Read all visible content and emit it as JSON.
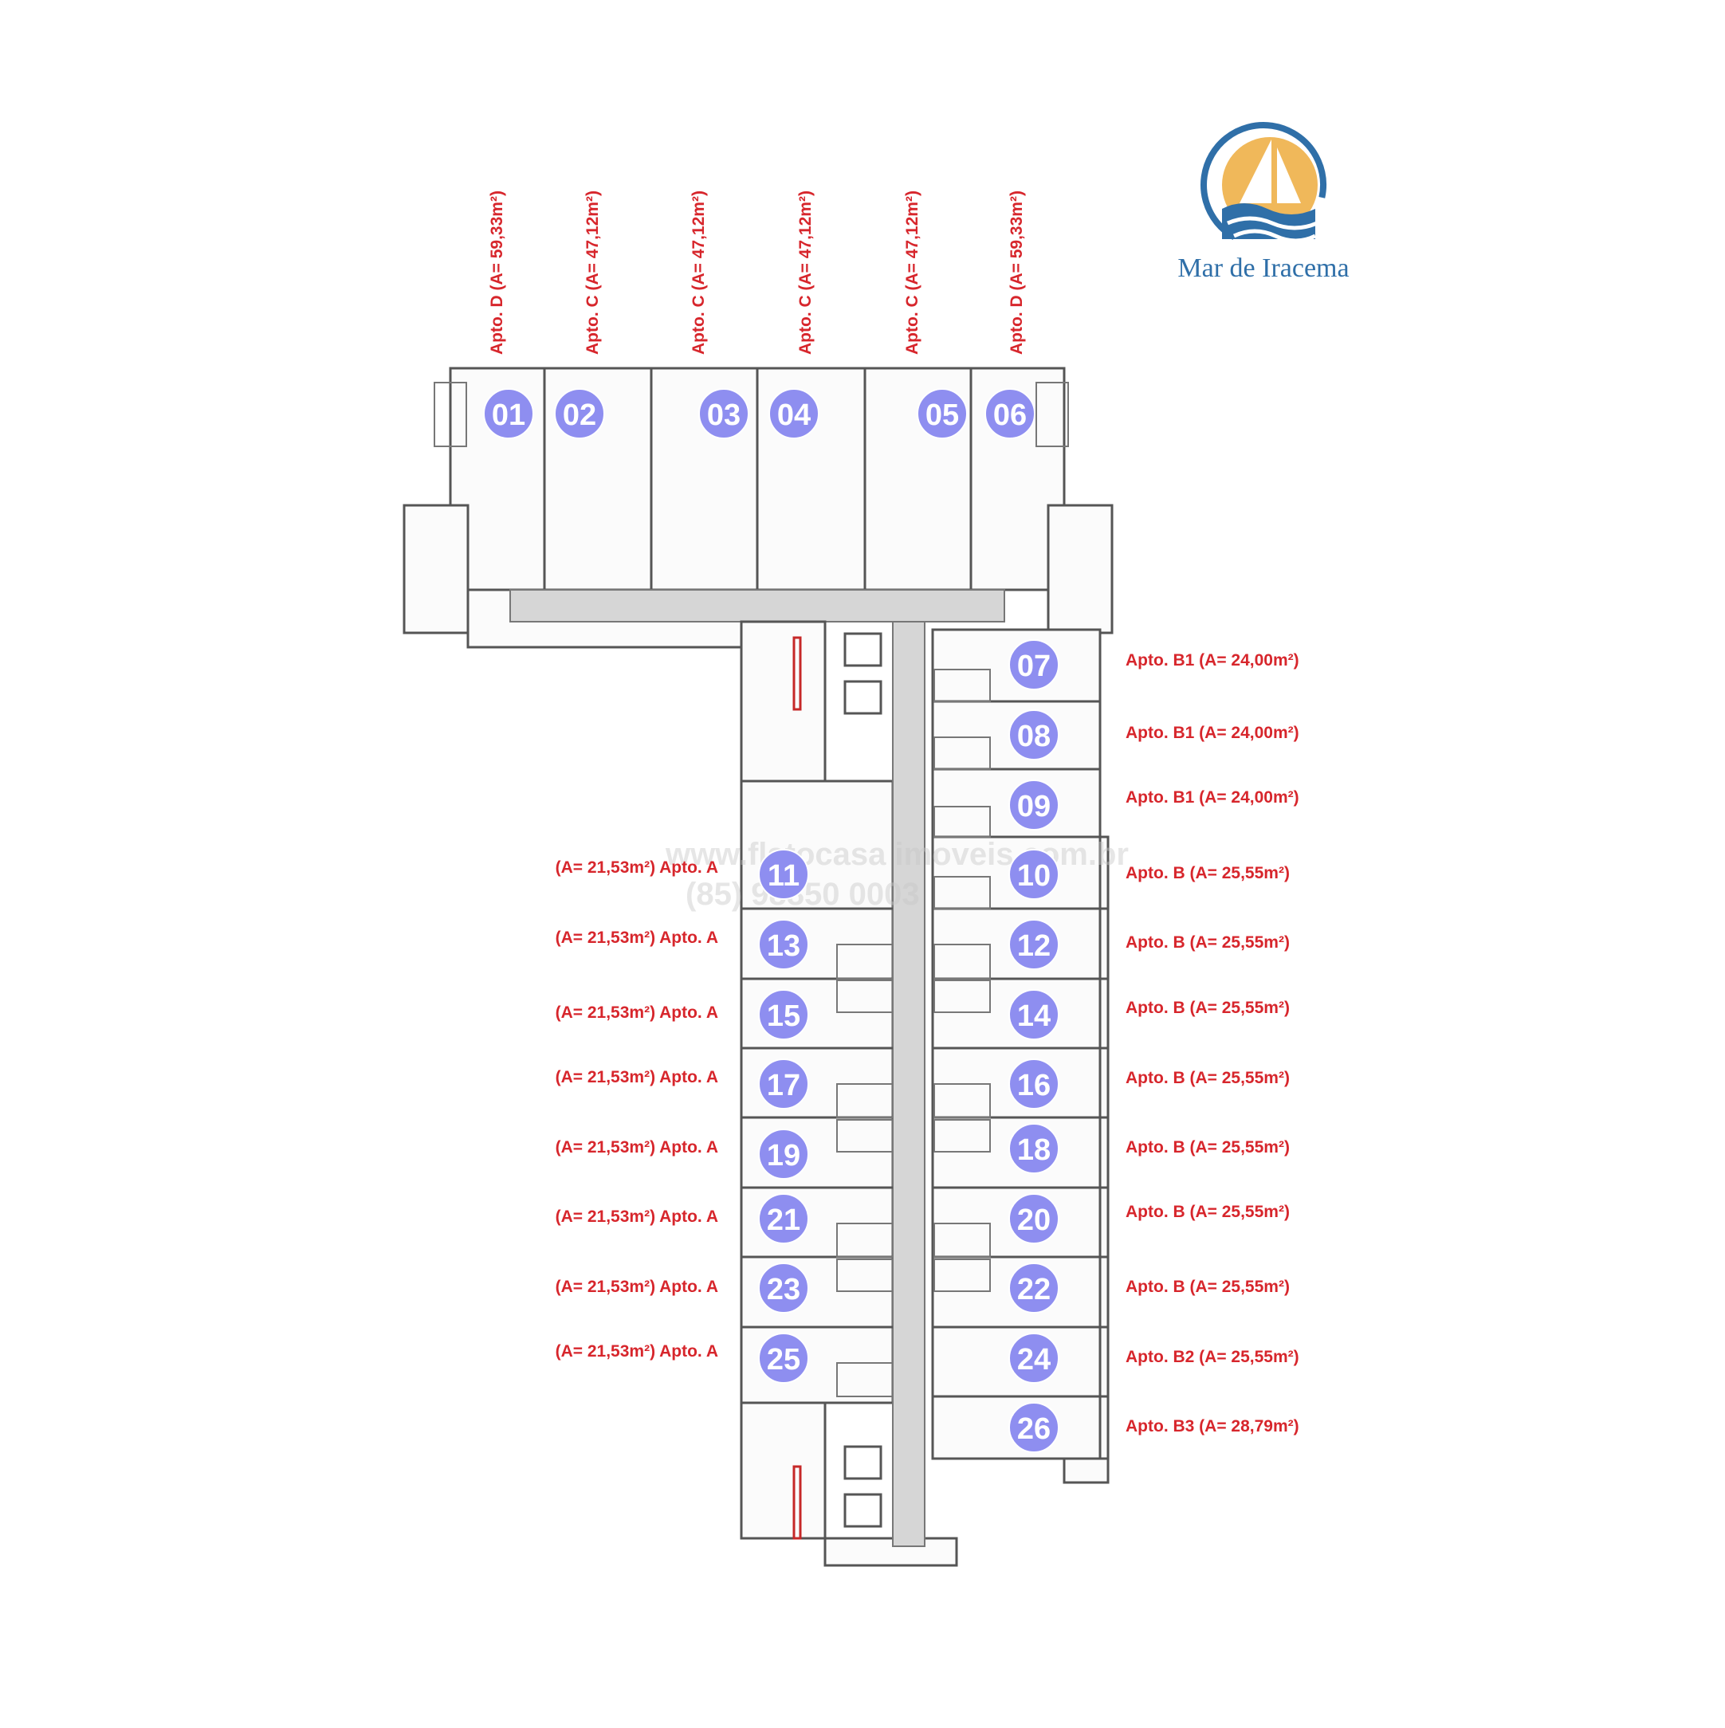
{
  "brand": {
    "name": "Mar de Iracema",
    "primary_color": "#2f6fa8",
    "accent_color": "#f0b85a"
  },
  "colors": {
    "label": "#d7262c",
    "badge": "#8e8ef0",
    "corridor": "#d6d6d6",
    "wall": "#555555"
  },
  "watermark": {
    "line1": "www.flatocasa imoveis.com.br",
    "line2": "(85) 98850 0003"
  },
  "top_labels": [
    {
      "id": "01",
      "text": "Apto. D (A= 59,33m²)"
    },
    {
      "id": "02",
      "text": "Apto. C (A= 47,12m²)"
    },
    {
      "id": "03",
      "text": "Apto. C (A= 47,12m²)"
    },
    {
      "id": "04",
      "text": "Apto. C (A= 47,12m²)"
    },
    {
      "id": "05",
      "text": "Apto. C (A= 47,12m²)"
    },
    {
      "id": "06",
      "text": "Apto. D (A= 59,33m²)"
    }
  ],
  "right_labels": [
    {
      "id": "07",
      "text": "Apto. B1 (A= 24,00m²)"
    },
    {
      "id": "08",
      "text": "Apto. B1 (A= 24,00m²)"
    },
    {
      "id": "09",
      "text": "Apto. B1 (A= 24,00m²)"
    },
    {
      "id": "10",
      "text": "Apto. B (A= 25,55m²)"
    },
    {
      "id": "12",
      "text": "Apto. B (A= 25,55m²)"
    },
    {
      "id": "14",
      "text": "Apto. B (A= 25,55m²)"
    },
    {
      "id": "16",
      "text": "Apto. B (A= 25,55m²)"
    },
    {
      "id": "18",
      "text": "Apto. B (A= 25,55m²)"
    },
    {
      "id": "20",
      "text": "Apto. B (A= 25,55m²)"
    },
    {
      "id": "22",
      "text": "Apto. B (A= 25,55m²)"
    },
    {
      "id": "24",
      "text": "Apto. B2 (A= 25,55m²)"
    },
    {
      "id": "26",
      "text": "Apto. B3 (A= 28,79m²)"
    }
  ],
  "left_labels": [
    {
      "id": "11",
      "text": "(A= 21,53m²) Apto. A"
    },
    {
      "id": "13",
      "text": "(A= 21,53m²) Apto. A"
    },
    {
      "id": "15",
      "text": "(A= 21,53m²) Apto. A"
    },
    {
      "id": "17",
      "text": "(A= 21,53m²) Apto. A"
    },
    {
      "id": "19",
      "text": "(A= 21,53m²) Apto. A"
    },
    {
      "id": "21",
      "text": "(A= 21,53m²) Apto. A"
    },
    {
      "id": "23",
      "text": "(A= 21,53m²) Apto. A"
    },
    {
      "id": "25",
      "text": "(A= 21,53m²) Apto. A"
    }
  ],
  "units": [
    "01",
    "02",
    "03",
    "04",
    "05",
    "06",
    "07",
    "08",
    "09",
    "10",
    "11",
    "12",
    "13",
    "14",
    "15",
    "16",
    "17",
    "18",
    "19",
    "20",
    "21",
    "22",
    "23",
    "24",
    "25",
    "26"
  ]
}
